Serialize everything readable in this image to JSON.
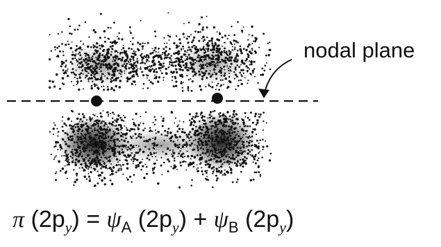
{
  "diagram": {
    "plane_label": "nodal plane",
    "equation": {
      "lhs_symbol": "π",
      "lhs_arg_open": "(2p",
      "lhs_arg_sub": "y",
      "lhs_arg_close": ")",
      "equals": "=",
      "term_a_symbol": "ψ",
      "term_a_sub": "A",
      "term_a_arg_open": "(2p",
      "term_a_arg_sub": "y",
      "term_a_arg_close": ")",
      "plus": "+",
      "term_b_symbol": "ψ",
      "term_b_sub": "B",
      "term_b_arg_open": "(2p",
      "term_b_arg_sub": "y",
      "term_b_arg_close": ")"
    },
    "colors": {
      "ink": "#111111",
      "background": "#ffffff"
    }
  }
}
